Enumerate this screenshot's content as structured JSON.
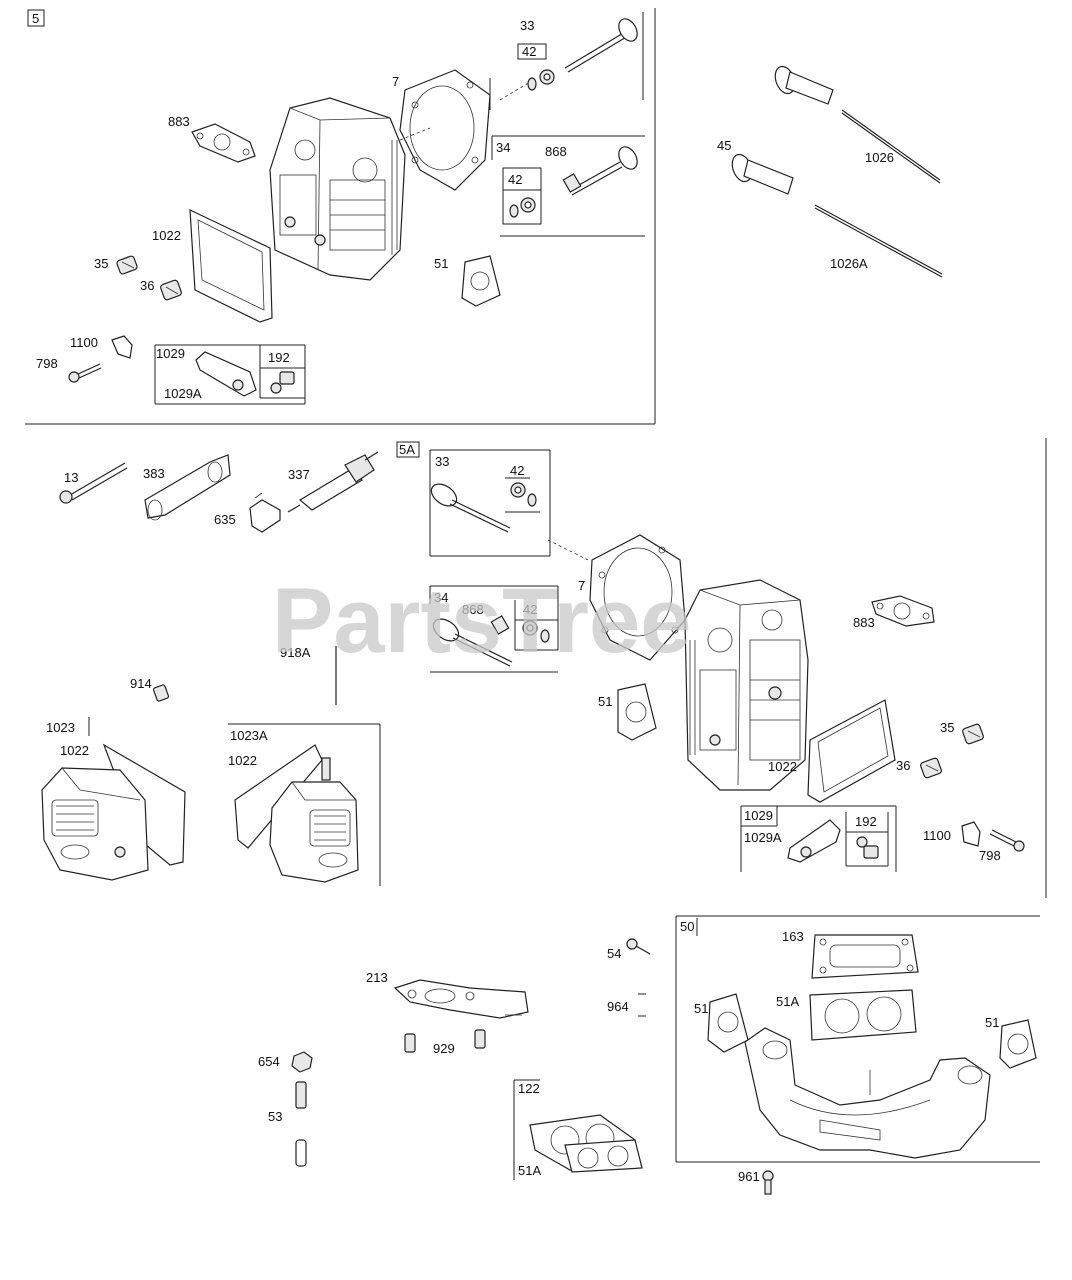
{
  "watermark": "PartsTree",
  "section_a": {
    "tag": "5",
    "labels": {
      "l33": "33",
      "l42a": "42",
      "l7": "7",
      "l883": "883",
      "l34": "34",
      "l868": "868",
      "l42b": "42",
      "l1022": "1022",
      "l35": "35",
      "l36": "36",
      "l51": "51",
      "l1100": "1100",
      "l798": "798",
      "l1029": "1029",
      "l1029a": "1029A",
      "l192": "192",
      "l45": "45",
      "l1026": "1026",
      "l1026a": "1026A"
    }
  },
  "section_b": {
    "tag": "5A",
    "labels": {
      "l13": "13",
      "l383": "383",
      "l337": "337",
      "l635": "635",
      "l33": "33",
      "l42a": "42",
      "l7": "7",
      "l34": "34",
      "l868": "868",
      "l42b": "42",
      "l883": "883",
      "l918a": "918A",
      "l914": "914",
      "l51": "51",
      "l1023": "1023",
      "l1022a": "1022",
      "l1023a": "1023A",
      "l1022b": "1022",
      "l35": "35",
      "l1022c": "1022",
      "l36": "36",
      "l1029": "1029",
      "l192": "192",
      "l1029a": "1029A",
      "l1100": "1100",
      "l798": "798"
    }
  },
  "section_c": {
    "labels": {
      "l54": "54",
      "l213": "213",
      "l964": "964",
      "l929": "929",
      "l654": "654",
      "l53": "53",
      "l122": "122",
      "l51a": "51A",
      "l50": "50",
      "l163": "163",
      "l51b": "51",
      "l51a2": "51A",
      "l51c": "51",
      "l961": "961"
    }
  }
}
